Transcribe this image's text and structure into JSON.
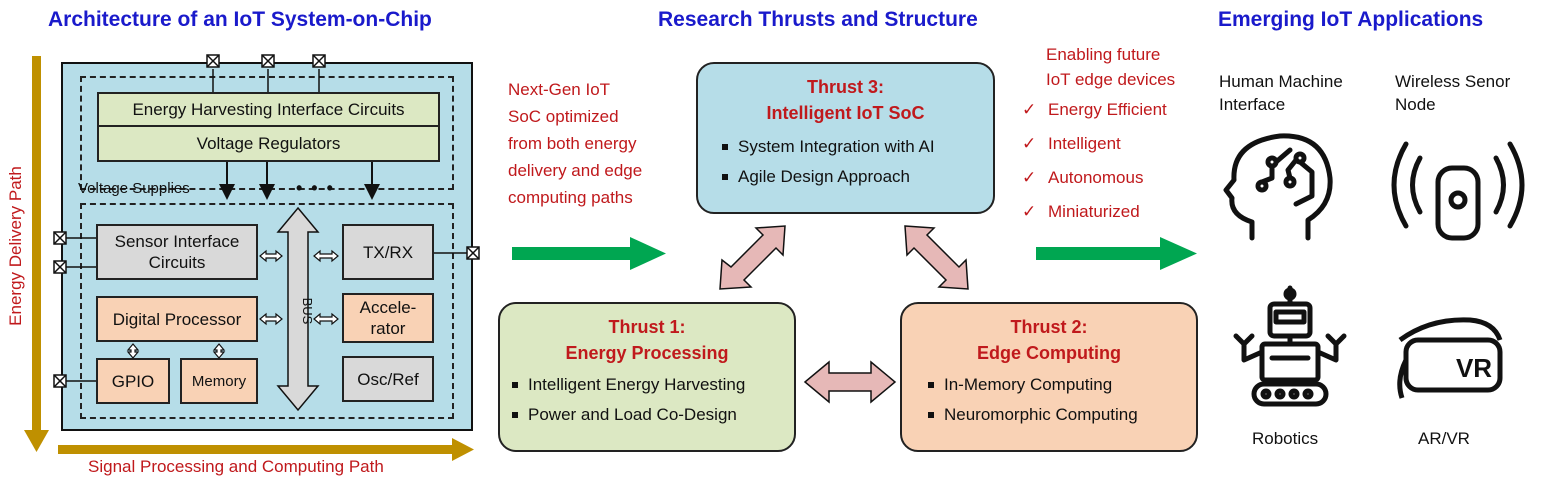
{
  "titles": {
    "soc": "Architecture of an IoT System-on-Chip",
    "research": "Research Thrusts and Structure",
    "apps": "Emerging IoT Applications"
  },
  "soc": {
    "energy_harvesting": "Energy Harvesting Interface Circuits",
    "voltage_regulators": "Voltage Regulators",
    "voltage_supplies": "Voltage Supplies",
    "ellipsis": "• • •",
    "sensor_interface": [
      "Sensor Interface",
      "Circuits"
    ],
    "txrx": "TX/RX",
    "bus": "BUS",
    "accelerator": [
      "Accele-",
      "rator"
    ],
    "digital_processor": "Digital Processor",
    "gpio": "GPIO",
    "memory": "Memory",
    "osc_ref": "Osc/Ref",
    "energy_path": "Energy Delivery Path",
    "signal_path": "Signal Processing and Computing Path"
  },
  "nextgen": [
    "Next-Gen IoT",
    "SoC optimized",
    "from both energy",
    "delivery and edge",
    "computing paths"
  ],
  "thrusts": {
    "t3": {
      "label": "Thrust 3:",
      "name": "Intelligent IoT SoC",
      "items": [
        "System Integration with AI",
        "Agile Design Approach"
      ]
    },
    "t1": {
      "label": "Thrust 1:",
      "name": "Energy Processing",
      "items": [
        "Intelligent Energy Harvesting",
        "Power and Load Co-Design"
      ]
    },
    "t2": {
      "label": "Thrust 2:",
      "name": "Edge Computing",
      "items": [
        "In-Memory Computing",
        "Neuromorphic Computing"
      ]
    }
  },
  "enabling": {
    "heading": [
      "Enabling future",
      "IoT edge devices"
    ],
    "checks": [
      "Energy Efficient",
      "Intelligent",
      "Autonomous",
      "Miniaturized"
    ]
  },
  "apps": {
    "hmi": [
      "Human Machine",
      "Interface"
    ],
    "wsn": [
      "Wireless Senor",
      "Node"
    ],
    "robotics": "Robotics",
    "arvr": "AR/VR",
    "vr_text": "VR"
  },
  "colors": {
    "title_blue": "#1a1acb",
    "accent_red": "#c0191c",
    "soc_bg": "#b6dde8",
    "green_box": "#dce8c3",
    "peach_box": "#f9d2b5",
    "gold_arrow": "#bf9000",
    "green_arrow": "#00a651",
    "pink_arrow": "#e6b8b7"
  }
}
